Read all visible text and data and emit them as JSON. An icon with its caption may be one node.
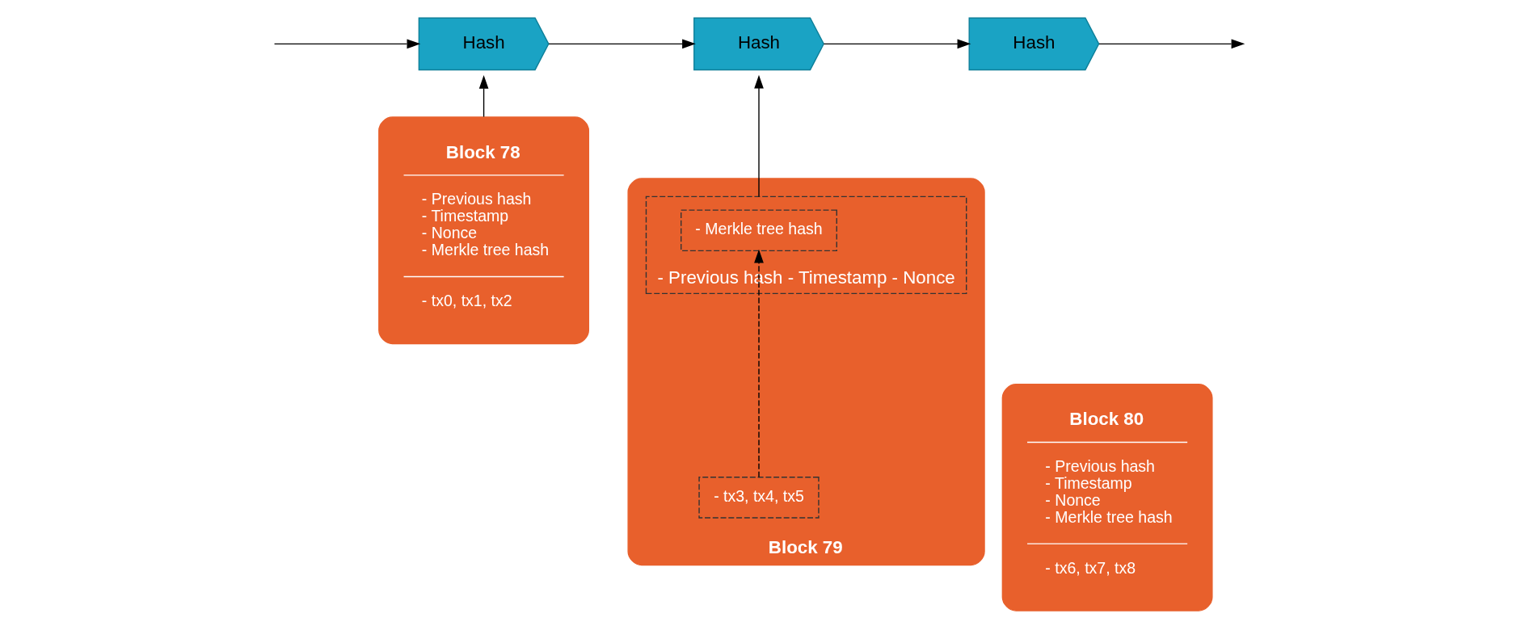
{
  "diagram": {
    "nodes": [
      {
        "text": [
          "Hash"
        ]
      },
      {
        "text": [
          "Hash"
        ]
      },
      {
        "text": [
          "Hash"
        ]
      },
      {
        "text": [
          "Block 78",
          "- Previous hash - Timestamp - Nonce - Merkle tree hash",
          "- tx0, tx1, tx2"
        ]
      },
      {
        "text": [
          "Block 79"
        ]
      },
      {
        "text": [
          "- Previous hash - Timestamp - Nonce"
        ],
        "in": 4
      },
      {
        "text": [
          "- Merkle tree hash"
        ],
        "in": 5
      },
      {
        "text": [
          "- tx3, tx4, tx5"
        ],
        "in": 4
      },
      {
        "text": [
          "Block 80",
          "- Previous hash - Timestamp - Nonce - Merkle tree hash",
          "- tx6, tx7, tx8"
        ]
      }
    ],
    "edges": [
      {
        "from": null,
        "to": 0,
        "arrow": "to"
      },
      {
        "from": 0,
        "to": 1,
        "arrow": "to"
      },
      {
        "from": 1,
        "to": 2,
        "arrow": "to"
      },
      {
        "from": 2,
        "to": null,
        "arrow": "to"
      },
      {
        "from": 3,
        "to": 0,
        "arrow": "to"
      },
      {
        "from": 5,
        "to": 1,
        "arrow": "to"
      },
      {
        "from": 7,
        "to": 6,
        "arrow": "to",
        "style": "dashed"
      }
    ]
  }
}
